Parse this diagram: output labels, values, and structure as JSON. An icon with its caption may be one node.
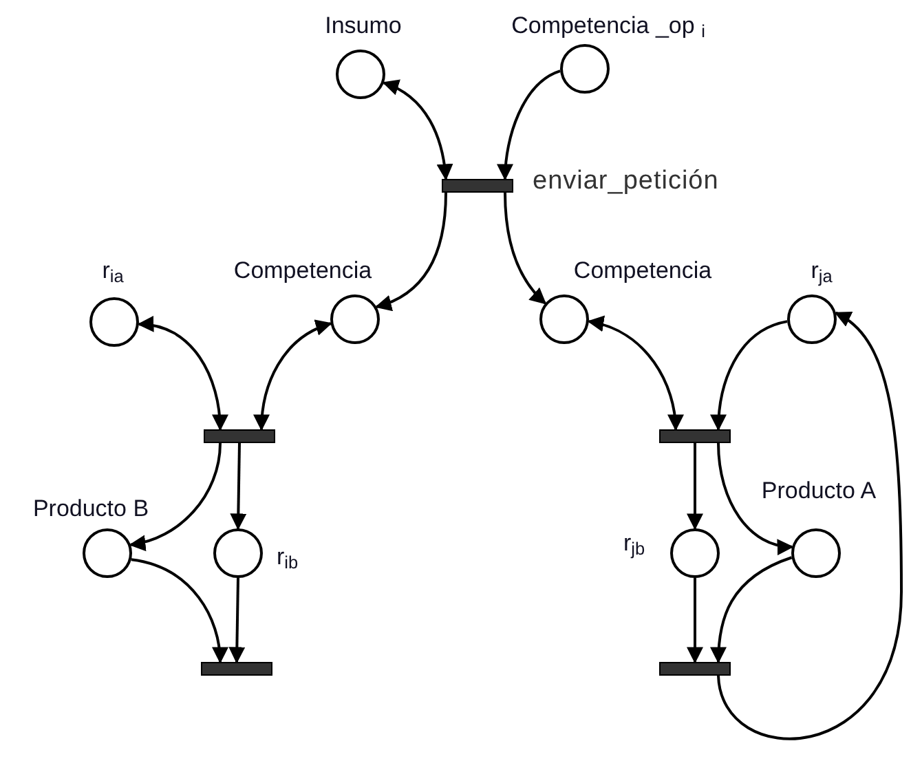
{
  "diagram": {
    "nodes": [
      {
        "text": [
          "Insumo"
        ]
      },
      {
        "text": [
          "Competencia _op $_{i}$"
        ]
      },
      {
        "text": [],
        "shape": "bar",
        "beside": [
          "enviar_petición"
        ]
      },
      {
        "text": [
          "r$_{ia}$"
        ]
      },
      {
        "text": [
          "Competencia"
        ]
      },
      {
        "text": [
          "Competencia"
        ]
      },
      {
        "text": [
          "r$_{ja}$"
        ]
      },
      {
        "text": [],
        "shape": "bar"
      },
      {
        "text": [],
        "shape": "bar"
      },
      {
        "text": [
          "Producto B"
        ]
      },
      {
        "text": [
          "r$_{ib}$"
        ]
      },
      {
        "text": [
          "r$_{jb}$"
        ]
      },
      {
        "text": [
          "Producto A"
        ]
      },
      {
        "text": [],
        "shape": "bar"
      },
      {
        "text": [],
        "shape": "bar"
      }
    ],
    "edges": [
      {
        "from": 0,
        "to": 2,
        "arrow": "both"
      },
      {
        "from": 1,
        "to": 2,
        "arrow": "to"
      },
      {
        "from": 2,
        "to": 4,
        "arrow": "to"
      },
      {
        "from": 2,
        "to": 5,
        "arrow": "to"
      },
      {
        "from": 3,
        "to": 7,
        "arrow": "both"
      },
      {
        "from": 4,
        "to": 7,
        "arrow": "both"
      },
      {
        "from": 7,
        "to": 9,
        "arrow": "to"
      },
      {
        "from": 7,
        "to": 10,
        "arrow": "to"
      },
      {
        "from": 5,
        "to": 8,
        "arrow": "both"
      },
      {
        "from": 6,
        "to": 8,
        "arrow": "to"
      },
      {
        "from": 8,
        "to": 11,
        "arrow": "to"
      },
      {
        "from": 8,
        "to": 12,
        "arrow": "to"
      },
      {
        "from": 9,
        "to": 13,
        "arrow": "to"
      },
      {
        "from": 10,
        "to": 13,
        "arrow": "to"
      },
      {
        "from": 11,
        "to": 14,
        "arrow": "to"
      },
      {
        "from": 12,
        "to": 14,
        "arrow": "to"
      },
      {
        "from": 14,
        "to": 6,
        "arrow": "to"
      }
    ]
  }
}
